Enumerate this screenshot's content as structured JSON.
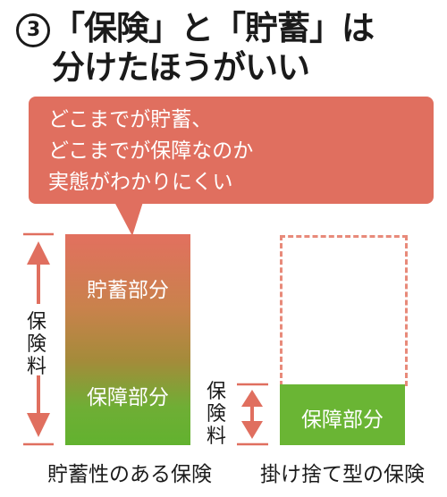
{
  "heading": {
    "number": "3",
    "line1": "「保険」と「貯蓄」は",
    "line2": "分けたほうがいい"
  },
  "bubble": {
    "lines": [
      "どこまでが貯蓄、",
      "どこまでが保障なのか",
      "実態がわかりにくい"
    ]
  },
  "savings_insurance": {
    "savings_part_label": "貯蓄部分",
    "protection_part_label": "保障部分",
    "premium_label": [
      "保",
      "険",
      "料"
    ],
    "caption": "貯蓄性のある保険"
  },
  "term_insurance": {
    "protection_part_label": "保障部分",
    "premium_label": [
      "保",
      "険",
      "料"
    ],
    "caption": "掛け捨て型の保険"
  },
  "colors": {
    "salmon": "#e06f5f",
    "green": "#6ab534",
    "dashed_outline": "#e88a7a",
    "arrow": "#e06f5f"
  }
}
